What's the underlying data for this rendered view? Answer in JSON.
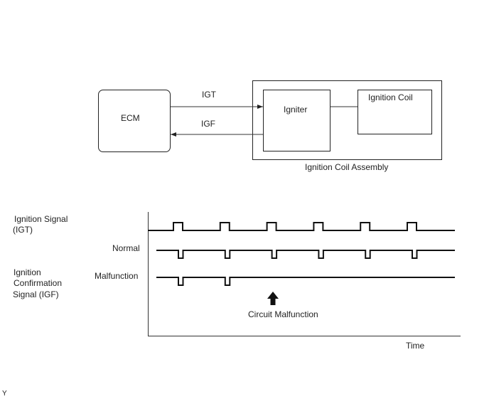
{
  "block_diagram": {
    "ecm_label": "ECM",
    "igt_label": "IGT",
    "igf_label": "IGF",
    "igniter_label": "Igniter",
    "ignition_coil_label": "Ignition Coil",
    "assembly_label": "Ignition Coil Assembly"
  },
  "timing_chart": {
    "igt_label_line1": "Ignition Signal",
    "igt_label_line2": "(IGT)",
    "igf_label_line1": "Ignition",
    "igf_label_line2": "Confirmation",
    "igf_label_line3": "Signal (IGF)",
    "normal_label": "Normal",
    "malfunction_label": "Malfunction",
    "circuit_malfunction_label": "Circuit Malfunction",
    "time_axis_label": "Time",
    "igt_pulse_count": 6,
    "igf_normal_pulse_count": 6,
    "igf_malfunction_pulse_count": 2
  },
  "footer": {
    "corner_mark": "Y"
  }
}
